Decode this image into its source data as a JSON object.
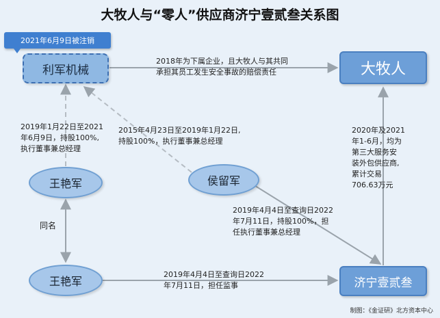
{
  "title": "大牧人与“零人”供应商济宁壹贰叁关系图",
  "callout": "2021年6月9日被注销",
  "nodes": {
    "lijun": "利军机械",
    "damuren": "大牧人",
    "houliujun": "侯留军",
    "wangyanjun_top": "王艳军",
    "wangyanjun_bottom": "王艳军",
    "jining": "济宁壹贰叁"
  },
  "labels": {
    "lijun_to_damuren": [
      "2018年为下属企业，且大牧人与其共同",
      "承担其员工发生安全事故的赔偿责任"
    ],
    "wang_to_lijun": [
      "2019年1月22日至2021",
      "年6月9日，持股100%,",
      "执行董事兼总经理"
    ],
    "hou_to_lijun": [
      "2015年4月23日至2019年1月22日,",
      "持股100%，执行董事兼总经理"
    ],
    "jining_to_damuren": [
      "2020年及2021",
      "年1-6月，均为",
      "第三大服务安",
      "装外包供应商,",
      "累计交易",
      "706.63万元"
    ],
    "hou_to_jining": [
      "2019年4月4日至查询日2022",
      "年7月11日，持股100%，担",
      "任执行董事兼总经理"
    ],
    "same_name": "同名",
    "wang_to_jining": [
      "2019年4月4日至查询日2022",
      "年7月11日，担任监事"
    ]
  },
  "footer": "制图：《金证研》北方资本中心"
}
